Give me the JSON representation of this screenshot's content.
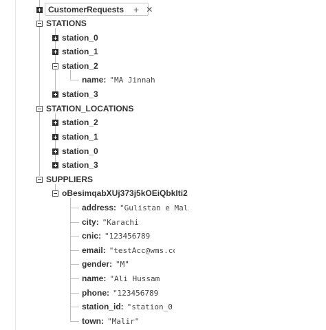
{
  "root": {
    "label": "CustomerRequests",
    "add_icon": "plus-icon",
    "remove_icon": "close-icon",
    "add_symbol": "+",
    "remove_symbol": "✕"
  },
  "stations": {
    "label": "STATIONS",
    "children": [
      "station_0",
      "station_1",
      "station_2",
      "station_3"
    ],
    "station_2_field": {
      "key": "name",
      "value": "\"MA Jinnah"
    }
  },
  "station_locations": {
    "label": "STATION_LOCATIONS",
    "children": [
      "station_2",
      "station_1",
      "station_0",
      "station_3"
    ]
  },
  "suppliers": {
    "label": "SUPPLIERS",
    "record": {
      "id": "oBesimqabXUj373j5kOEiQbkIti2",
      "fields": [
        {
          "key": "address",
          "value": "\"Gulistan e Malir"
        },
        {
          "key": "city",
          "value": "\"Karachi"
        },
        {
          "key": "cnic",
          "value": "\"123456789"
        },
        {
          "key": "email",
          "value": "\"testAcc@wms.com"
        },
        {
          "key": "gender",
          "value": "\"M\""
        },
        {
          "key": "name",
          "value": "\"Ali Hussam"
        },
        {
          "key": "phone",
          "value": "\"123456789"
        },
        {
          "key": "station_id",
          "value": "\"station_0"
        },
        {
          "key": "town",
          "value": "\"Malir\""
        }
      ]
    }
  },
  "colon": ":"
}
